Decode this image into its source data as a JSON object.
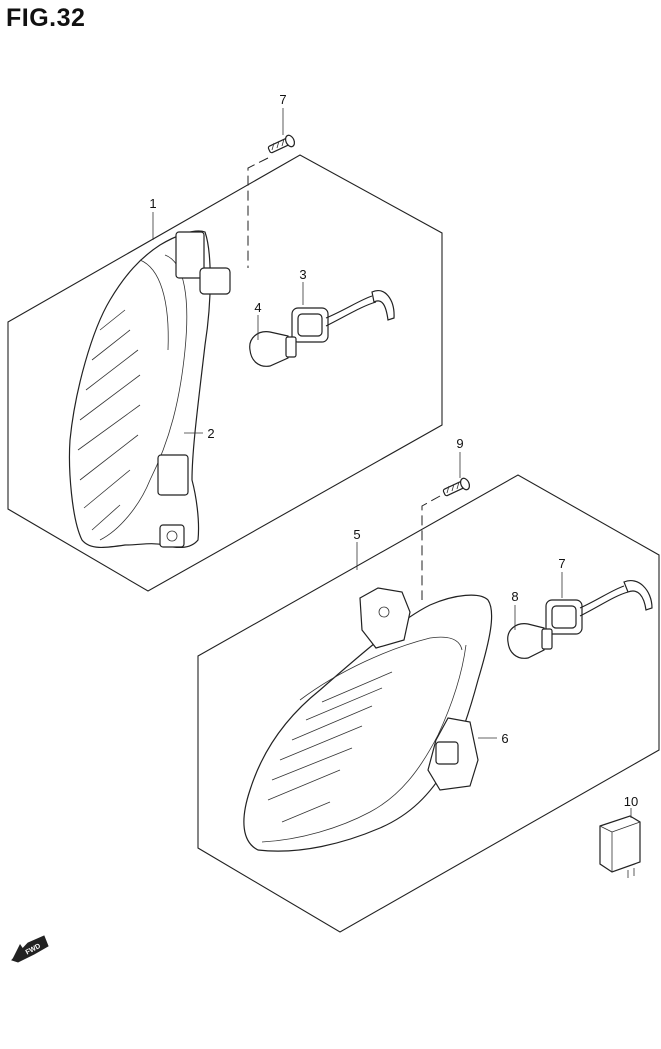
{
  "figure": {
    "title": "FIG.32"
  },
  "callouts": {
    "c1": "1",
    "c2": "2",
    "c3": "3",
    "c4": "4",
    "c5": "5",
    "c6": "6",
    "c7a": "7",
    "c7b": "7",
    "c8": "8",
    "c9": "9",
    "c10": "10"
  },
  "fwd_arrow": {
    "label": "FWD",
    "icon": "forward-direction-arrow-icon"
  },
  "colors": {
    "line": "#222222",
    "background": "#ffffff"
  }
}
